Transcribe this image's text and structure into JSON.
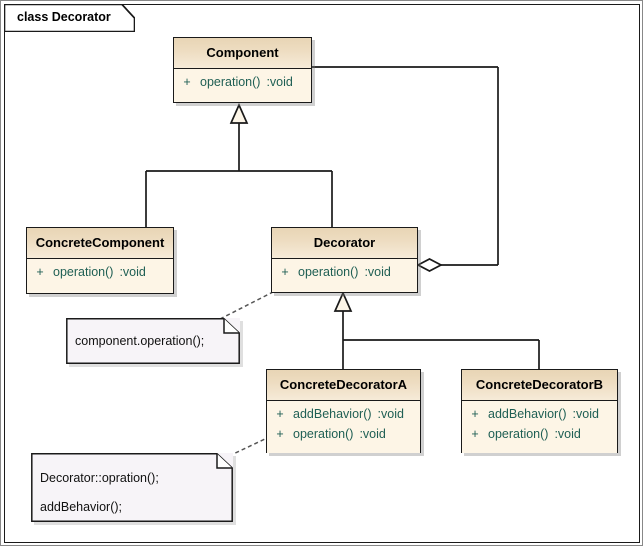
{
  "diagram": {
    "frame_label": "class Decorator",
    "colors": {
      "class_header_top": "#e8d5b5",
      "class_body": "#fdf5e6",
      "member_text": "#1f5f54",
      "note_background": "#f7f4f8",
      "line": "#1a1a1a"
    }
  },
  "classes": [
    {
      "id": "component",
      "name": "Component",
      "members": [
        {
          "visibility": "+",
          "signature": "operation()",
          "type": ":void"
        }
      ]
    },
    {
      "id": "concrete-component",
      "name": "ConcreteComponent",
      "members": [
        {
          "visibility": "+",
          "signature": "operation()",
          "type": ":void"
        }
      ]
    },
    {
      "id": "decorator",
      "name": "Decorator",
      "members": [
        {
          "visibility": "+",
          "signature": "operation()",
          "type": ":void"
        }
      ]
    },
    {
      "id": "concrete-decorator-a",
      "name": "ConcreteDecoratorA",
      "members": [
        {
          "visibility": "+",
          "signature": "addBehavior()",
          "type": ":void"
        },
        {
          "visibility": "+",
          "signature": "operation()",
          "type": ":void"
        }
      ]
    },
    {
      "id": "concrete-decorator-b",
      "name": "ConcreteDecoratorB",
      "members": [
        {
          "visibility": "+",
          "signature": "addBehavior()",
          "type": ":void"
        },
        {
          "visibility": "+",
          "signature": "operation()",
          "type": ":void"
        }
      ]
    }
  ],
  "notes": [
    {
      "id": "note-decorator",
      "lines": [
        "component.operation();"
      ]
    },
    {
      "id": "note-concrete-decorator-a",
      "lines": [
        "Decorator::opration();",
        "addBehavior();"
      ]
    }
  ],
  "relationships": [
    {
      "type": "generalization",
      "from": "ConcreteComponent",
      "to": "Component"
    },
    {
      "type": "generalization",
      "from": "Decorator",
      "to": "Component"
    },
    {
      "type": "generalization",
      "from": "ConcreteDecoratorA",
      "to": "Decorator"
    },
    {
      "type": "generalization",
      "from": "ConcreteDecoratorB",
      "to": "Decorator"
    },
    {
      "type": "aggregation",
      "from": "Decorator",
      "to": "Component"
    }
  ]
}
